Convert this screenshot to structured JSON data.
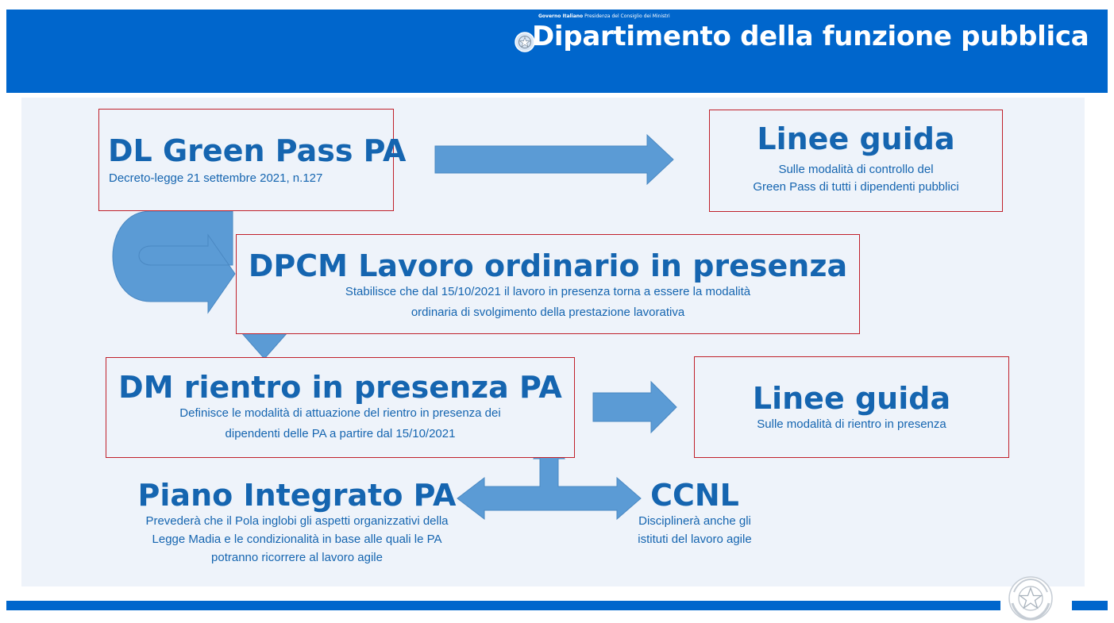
{
  "header": {
    "small_bold": "Governo Italiano",
    "small_text": "Presidenza del Consiglio dei Ministri",
    "title": "Dipartimento della funzione pubblica",
    "color": "#0066cc"
  },
  "nodes": {
    "dl_green_pass": {
      "title": "DL Green Pass PA",
      "subtitle": "Decreto-legge 21 settembre 2021, n.127"
    },
    "linee_guida_1": {
      "title": "Linee guida",
      "line1": "Sulle modalità di controllo del",
      "line2": "Green Pass di tutti i dipendenti pubblici"
    },
    "dpcm": {
      "title": "DPCM Lavoro ordinario in presenza",
      "line1": "Stabilisce che dal 15/10/2021 il lavoro in presenza torna a essere la modalità",
      "line2": "ordinaria di svolgimento della prestazione lavorativa"
    },
    "dm_rientro": {
      "title": "DM rientro in presenza PA",
      "line1": "Definisce le modalità di  attuazione del rientro in presenza dei",
      "line2": "dipendenti delle PA a partire dal 15/10/2021"
    },
    "linee_guida_2": {
      "title": "Linee guida",
      "subtitle": "Sulle modalità di rientro in presenza"
    },
    "piano_integrato": {
      "title": "Piano Integrato PA",
      "line1": "Prevederà che il Pola inglobi gli aspetti organizzativi della",
      "line2": "Legge Madia e le condizionalità in base alle quali le PA",
      "line3": "potranno ricorrere al lavoro agile"
    },
    "ccnl": {
      "title": "CCNL",
      "line1": "Disciplinerà anche gli",
      "line2": "istituti del lavoro agile"
    }
  },
  "colors": {
    "text": "#1565b0",
    "arrow": "#5b9bd5",
    "box_border": "#c0202a",
    "panel": "#eef3fa"
  },
  "icons": [
    "emblem-icon",
    "emblem-watermark-icon"
  ]
}
